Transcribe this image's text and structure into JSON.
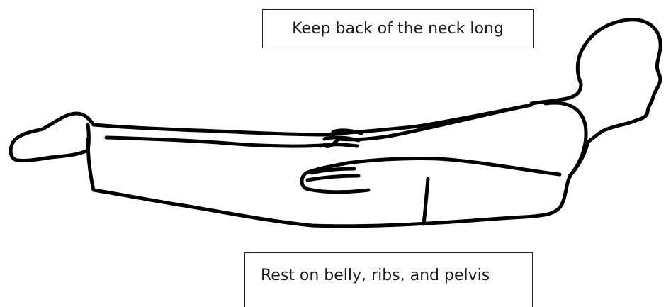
{
  "labels": {
    "top": "Keep back of the neck long",
    "bottom": "Rest on belly, ribs, and pelvis"
  },
  "figure": {
    "subject": "figure-lying-prone-locust-pose",
    "line_color": "#000000"
  }
}
